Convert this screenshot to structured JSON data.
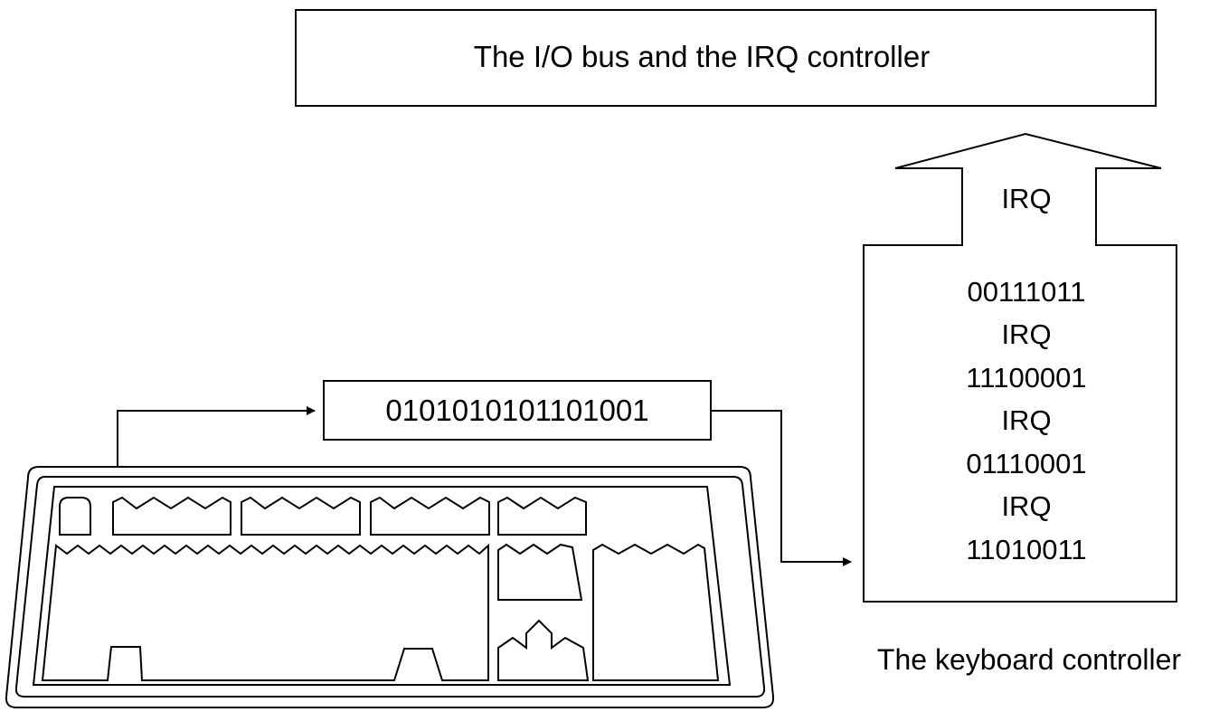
{
  "bus": {
    "label": "The I/O bus and the IRQ controller"
  },
  "serial": {
    "bits": "0101010101101001"
  },
  "controller": {
    "arrow_label": "IRQ",
    "buffer": [
      "00111011",
      "IRQ",
      "11100001",
      "IRQ",
      "01110001",
      "IRQ",
      "11010011"
    ],
    "caption": "The keyboard controller"
  }
}
